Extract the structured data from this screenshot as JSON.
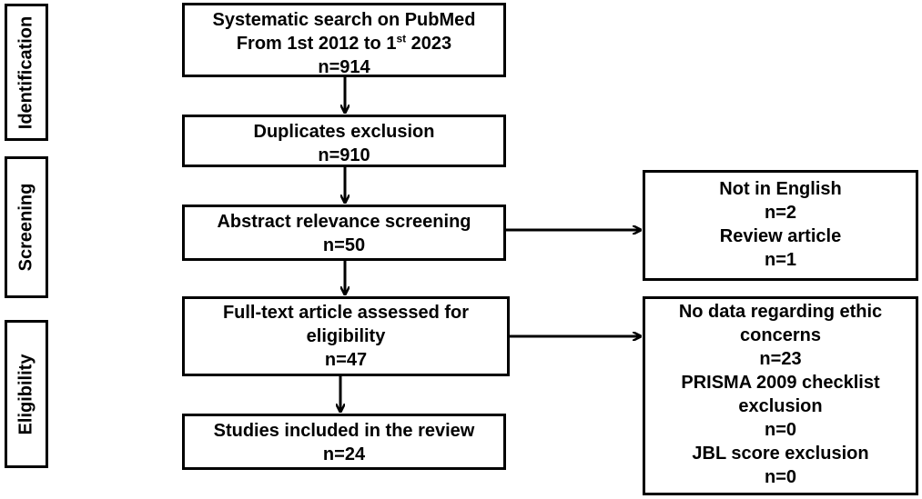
{
  "stages": {
    "identification": "Identification",
    "screening": "Screening",
    "eligibility": "Eligibility"
  },
  "boxes": {
    "search": {
      "line1": "Systematic search on PubMed",
      "line2_a": "From 1st 2012 to 1",
      "line2_sup": "st",
      "line2_b": " 2023",
      "count": "n=914"
    },
    "duplicates": {
      "label": "Duplicates exclusion",
      "count": "n=910"
    },
    "abstract": {
      "label": "Abstract relevance screening",
      "count": "n=50"
    },
    "fulltext": {
      "line1": "Full-text article assessed for",
      "line2": "eligibility",
      "count": "n=47"
    },
    "included": {
      "label": "Studies included in the review",
      "count": "n=24"
    }
  },
  "exclusions": {
    "screening": {
      "reason1": "Not in English",
      "count1": "n=2",
      "reason2": "Review article",
      "count2": "n=1"
    },
    "eligibility": {
      "reason1_a": "No data regarding ethic",
      "reason1_b": "concerns",
      "count1": "n=23",
      "reason2_a": "PRISMA 2009 checklist",
      "reason2_b": "exclusion",
      "count2": "n=0",
      "reason3": "JBL score exclusion",
      "count3": "n=0"
    }
  }
}
